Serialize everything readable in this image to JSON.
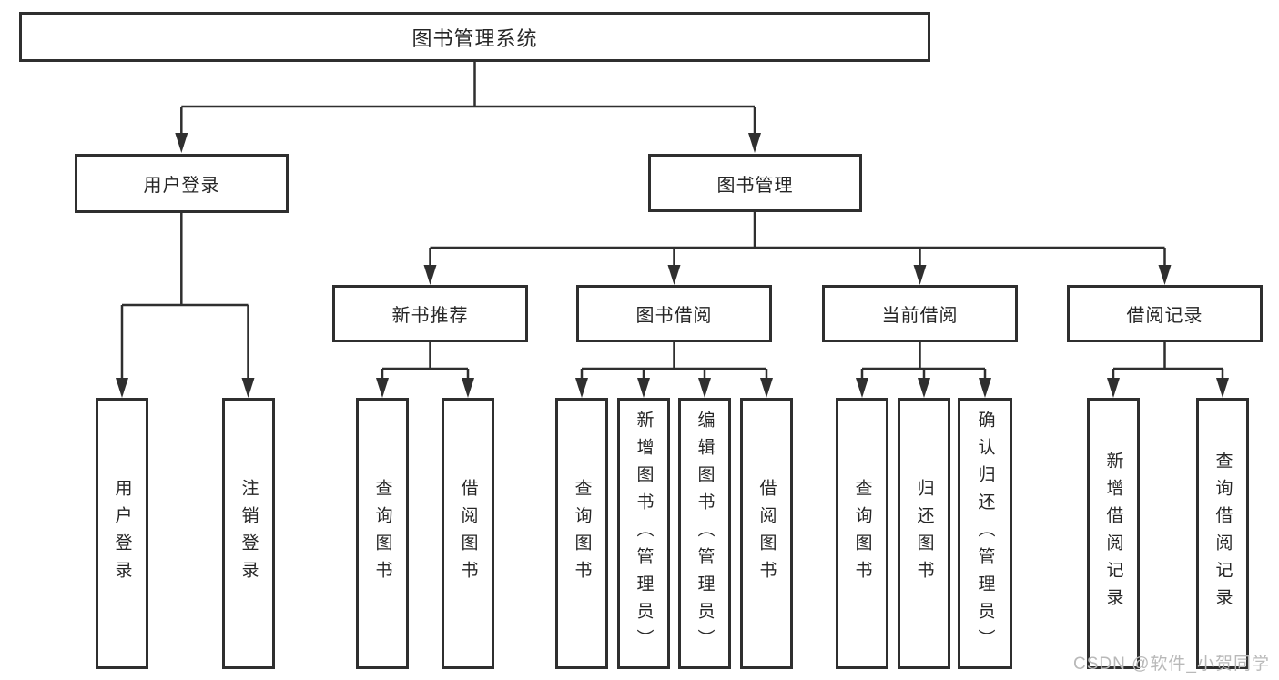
{
  "tree": {
    "root": "图书管理系统",
    "branches": [
      {
        "label": "用户登录",
        "children": [
          "用户登录",
          "注销登录"
        ]
      },
      {
        "label": "图书管理",
        "groups": [
          {
            "label": "新书推荐",
            "children": [
              "查询图书",
              "借阅图书"
            ]
          },
          {
            "label": "图书借阅",
            "children": [
              "查询图书",
              "新增图书（管理员）",
              "编辑图书（管理员）",
              "借阅图书"
            ]
          },
          {
            "label": "当前借阅",
            "children": [
              "查询图书",
              "归还图书",
              "确认归还（管理员）"
            ]
          },
          {
            "label": "借阅记录",
            "children": [
              "新增借阅记录",
              "查询借阅记录"
            ]
          }
        ]
      }
    ]
  },
  "watermark": {
    "text": "CSDN @软件_小贺同学"
  },
  "colors": {
    "line": "#2f2f2f",
    "box_border": "#2f2f2f",
    "text": "#262626",
    "watermark": "#b9b9b9",
    "background": "#ffffff"
  }
}
